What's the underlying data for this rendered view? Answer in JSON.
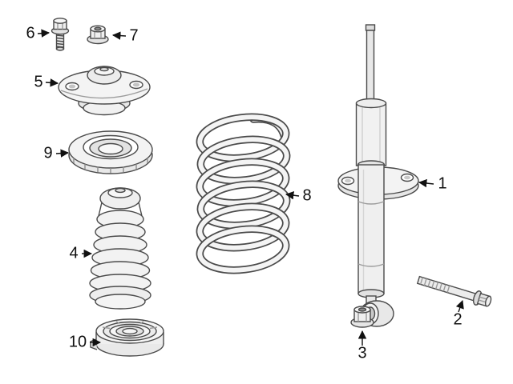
{
  "diagram": {
    "type": "exploded-parts-diagram",
    "subject": "suspension-strut-and-coil-spring",
    "colors": {
      "line": "#4a4a4a",
      "fill_light": "#f4f4f4",
      "fill_mid": "#e6e6e6",
      "background": "#ffffff",
      "callout_text": "#111111"
    },
    "parts": [
      {
        "callout": "1",
        "name": "shock-absorber-strut"
      },
      {
        "callout": "2",
        "name": "lower-mount-bolt"
      },
      {
        "callout": "3",
        "name": "flange-nut-lower"
      },
      {
        "callout": "4",
        "name": "dust-boot-bump-stop"
      },
      {
        "callout": "5",
        "name": "upper-strut-mount"
      },
      {
        "callout": "6",
        "name": "mount-flange-bolt"
      },
      {
        "callout": "7",
        "name": "mount-flange-nut"
      },
      {
        "callout": "8",
        "name": "coil-spring"
      },
      {
        "callout": "9",
        "name": "upper-spring-seat"
      },
      {
        "callout": "10",
        "name": "lower-spring-pad"
      }
    ]
  }
}
